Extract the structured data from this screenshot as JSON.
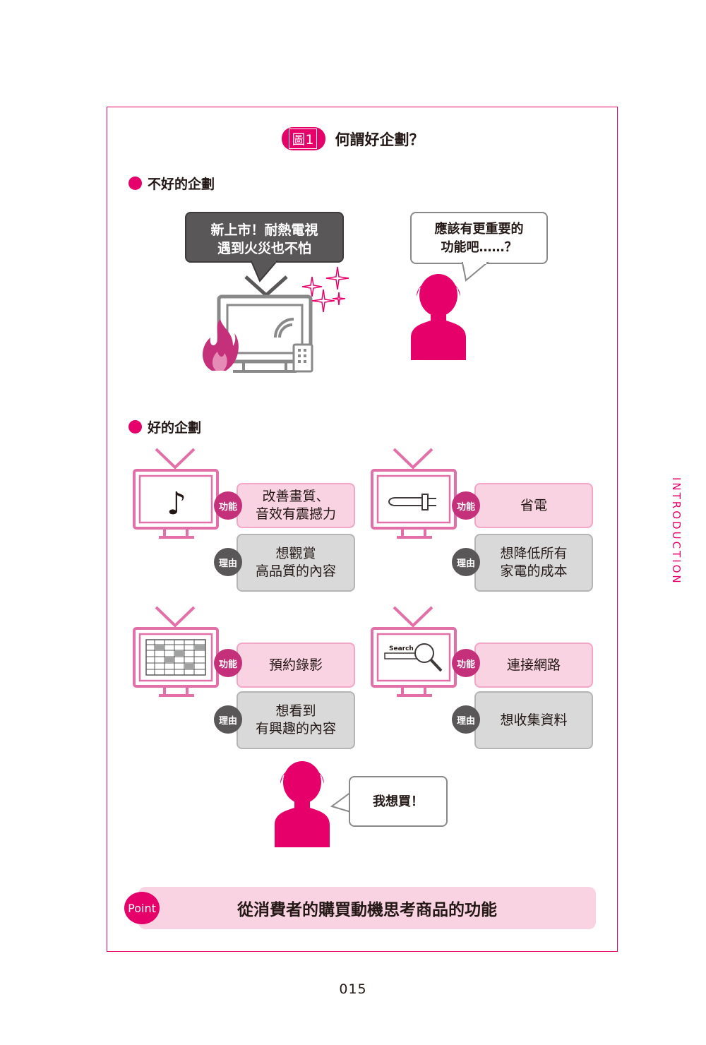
{
  "figure": {
    "badge": "圖1",
    "title": "何謂好企劃？"
  },
  "bad_section": {
    "heading": "不好的企劃",
    "tv_bubble": [
      "新上市！耐熱電視",
      "遇到火災也不怕"
    ],
    "person_bubble": [
      "應該有更重要的",
      "功能吧……？"
    ]
  },
  "good_section": {
    "heading": "好的企劃",
    "func_label": "功能",
    "reason_label": "理由",
    "items": [
      {
        "icon": "music-note-icon",
        "function": [
          "改善畫質、",
          "音效有震撼力"
        ],
        "reason": [
          "想觀賞",
          "高品質的內容"
        ]
      },
      {
        "icon": "power-plug-icon",
        "function": [
          "省電"
        ],
        "reason": [
          "想降低所有",
          "家電的成本"
        ]
      },
      {
        "icon": "schedule-grid-icon",
        "function": [
          "預約錄影"
        ],
        "reason": [
          "想看到",
          "有興趣的內容"
        ]
      },
      {
        "icon": "search-icon",
        "icon_text": "Search",
        "function": [
          "連接網路"
        ],
        "reason": [
          "想收集資料"
        ]
      }
    ],
    "person_bubble": "我想買！"
  },
  "point": {
    "label": "Point",
    "text": "從消費者的購買動機思考商品的功能"
  },
  "side_tab": "INTRODUCTION",
  "page_number": "015",
  "colors": {
    "accent": "#e5006a",
    "pink_light": "#fad3e3",
    "dark_gray": "#595757",
    "light_gray": "#d9d9d9"
  }
}
